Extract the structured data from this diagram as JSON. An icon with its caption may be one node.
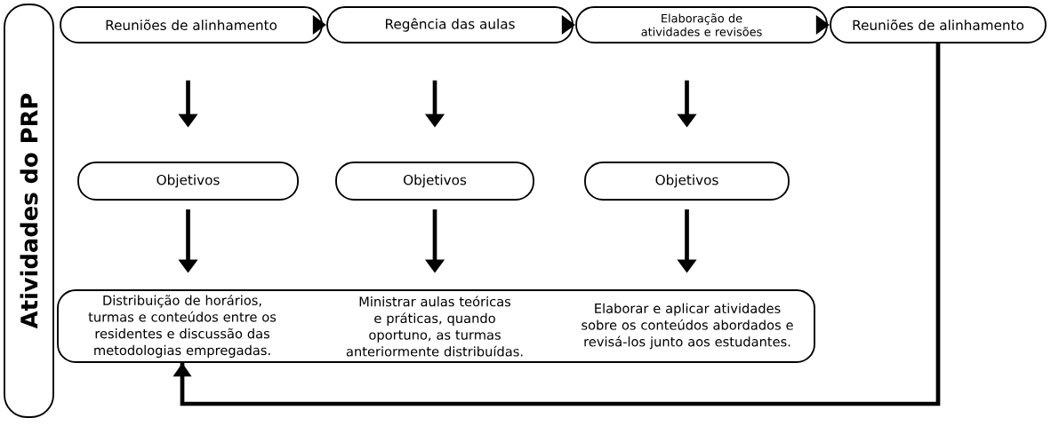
{
  "diagram": {
    "nodes": [
      {
        "text": [
          "Atividades do PRP"
        ]
      },
      {
        "text": [
          "Reuniões de alinhamento"
        ]
      },
      {
        "text": [
          "Regência das aulas"
        ]
      },
      {
        "text": [
          "Elaboração de atividades e revisões"
        ]
      },
      {
        "text": [
          "Reuniões de alinhamento"
        ]
      },
      {
        "text": [
          "Objetivos"
        ]
      },
      {
        "text": [
          "Objetivos"
        ]
      },
      {
        "text": [
          "Objetivos"
        ]
      },
      {
        "text": [
          "Distribuição de horários, turmas e conteúdos entre os residentes e discussão das metodologias empregadas.",
          "Ministrar aulas teóricas e práticas, quando oportuno, as turmas anteriormente distribuídas.",
          "Elaborar e aplicar atividades sobre os conteúdos abordados e revisá-los junto aos estudantes."
        ]
      }
    ],
    "edges": [
      {
        "from": 1,
        "to": 2,
        "arrow": "to"
      },
      {
        "from": 2,
        "to": 3,
        "arrow": "to"
      },
      {
        "from": 3,
        "to": 4,
        "arrow": "to"
      },
      {
        "from": 1,
        "to": 5,
        "arrow": "to"
      },
      {
        "from": 2,
        "to": 6,
        "arrow": "to"
      },
      {
        "from": 3,
        "to": 7,
        "arrow": "to"
      },
      {
        "from": 5,
        "to": 8,
        "arrow": "to"
      },
      {
        "from": 6,
        "to": 8,
        "arrow": "to"
      },
      {
        "from": 7,
        "to": 8,
        "arrow": "to"
      },
      {
        "from": 4,
        "to": 8,
        "arrow": "to"
      }
    ]
  }
}
